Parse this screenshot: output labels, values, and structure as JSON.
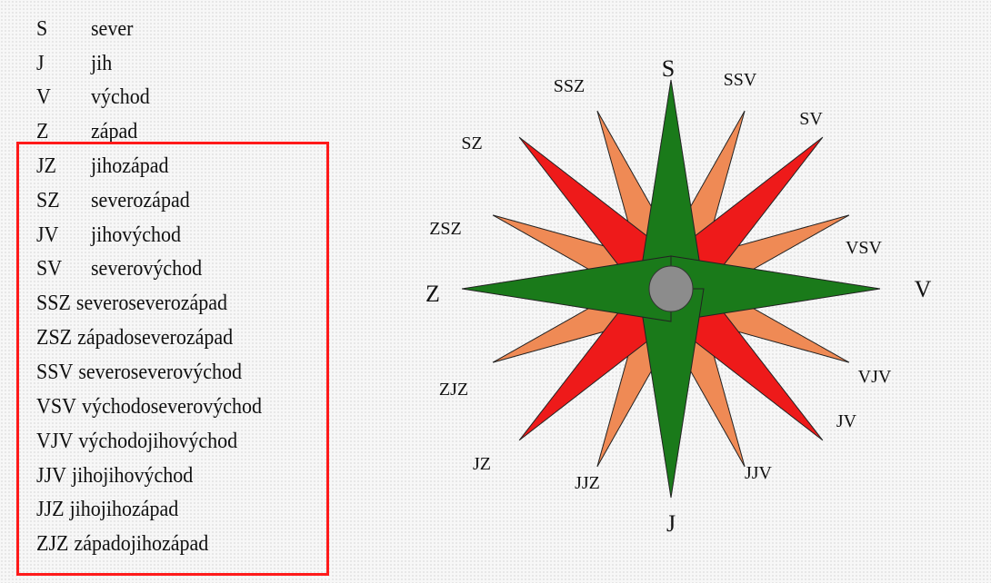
{
  "legend": [
    {
      "abbr": "S",
      "name": "sever"
    },
    {
      "abbr": "J",
      "name": "jih"
    },
    {
      "abbr": "V",
      "name": "východ"
    },
    {
      "abbr": "Z",
      "name": "západ"
    },
    {
      "abbr": "JZ",
      "name": "jihozápad"
    },
    {
      "abbr": "SZ",
      "name": "severozápad"
    },
    {
      "abbr": "JV",
      "name": "jihovýchod"
    },
    {
      "abbr": "SV",
      "name": "severovýchod"
    },
    {
      "abbr": "SSZ",
      "name": "severoseverozápad"
    },
    {
      "abbr": "ZSZ",
      "name": "západoseverozápad"
    },
    {
      "abbr": "SSV",
      "name": "severoseverovýchod"
    },
    {
      "abbr": "VSV",
      "name": "východoseverovýchod"
    },
    {
      "abbr": "VJV",
      "name": "východojihovýchod"
    },
    {
      "abbr": "JJV",
      "name": "jihojihovýchod"
    },
    {
      "abbr": "JJZ",
      "name": "jihojihozápad"
    },
    {
      "abbr": "ZJZ",
      "name": "západojihozápad"
    }
  ],
  "compass": {
    "cardinal_labels": [
      "S",
      "V",
      "J",
      "Z"
    ],
    "intercardinal_labels": [
      "SV",
      "JV",
      "JZ",
      "SZ"
    ],
    "secondary_labels": [
      "SSV",
      "VSV",
      "VJV",
      "JJV",
      "JJZ",
      "ZJZ",
      "ZSZ",
      "SSZ"
    ],
    "colors": {
      "cardinal": "#1a7a1a",
      "intercardinal": "#ee1a1a",
      "secondary": "#ef8a55",
      "hub": "#8c8c8c",
      "highlight": "#ff1a1a"
    }
  }
}
